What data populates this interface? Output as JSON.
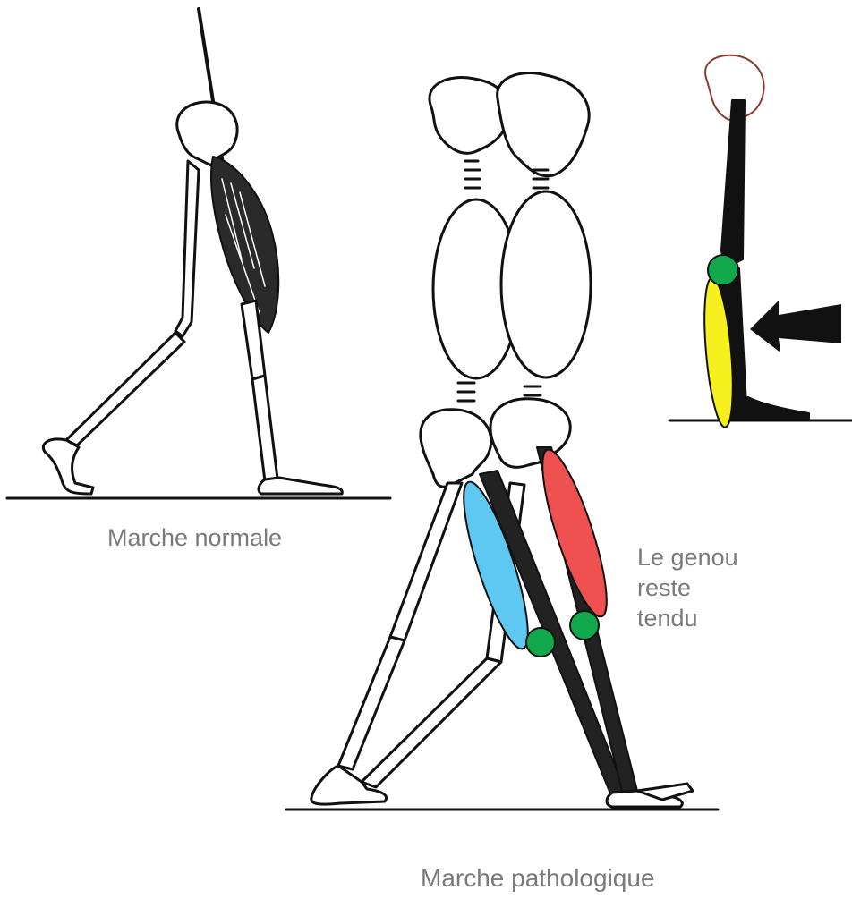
{
  "captions": {
    "normal_gait": "Marche normale",
    "pathological_gait": "Marche pathologique",
    "knee_note": [
      "Le genou",
      "reste",
      "tendu"
    ]
  },
  "colors": {
    "line": "#111111",
    "muscle_dark": "#1a1a1a",
    "highlight_blue": "#5ec8f0",
    "highlight_red": "#ef5050",
    "highlight_yellow": "#f5f01e",
    "joint_green": "#12a84c",
    "caption_text": "#7a7a7a"
  }
}
